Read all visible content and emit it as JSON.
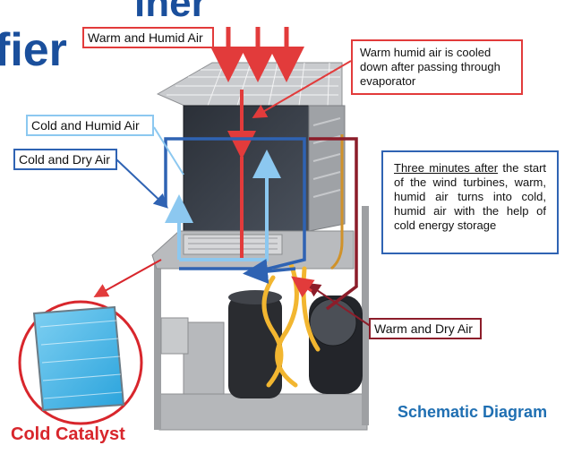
{
  "title_fragments": [
    "iner",
    "fier"
  ],
  "labels": {
    "warm_humid_air": "Warm and Humid Air",
    "cold_humid_air": "Cold and Humid Air",
    "cold_dry_air": "Cold and Dry Air",
    "warm_dry_air": "Warm and Dry Air"
  },
  "notes": {
    "evaporator_note": "Warm humid air is cooled down after passing through evaporator",
    "storage_note_lead": "Three minutes after",
    "storage_note_rest": " the start of the wind turbines, warm, humid air turns into cold, humid air with the help of cold energy storage"
  },
  "captions": {
    "cold_catalyst": "Cold Catalyst",
    "schematic_diagram": "Schematic Diagram"
  },
  "colors": {
    "warm_red": "#e23b3b",
    "dark_red": "#8c1d2a",
    "cold_light_blue": "#8cc8f0",
    "dry_blue": "#2f63b3",
    "title_blue": "#1a4f9c",
    "caption_red": "#d8262c",
    "caption_blue": "#1f6fb2",
    "pipe_yellow": "#f2b630"
  }
}
